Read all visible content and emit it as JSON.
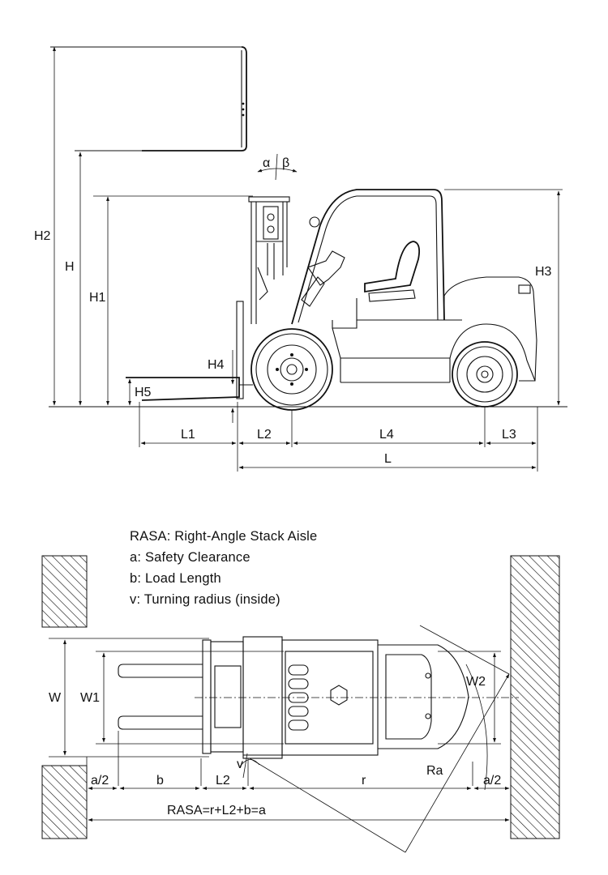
{
  "side_view": {
    "dims": {
      "h2": "H2",
      "h": "H",
      "h1": "H1",
      "h3": "H3",
      "h4": "H4",
      "h5": "H5",
      "l1": "L1",
      "l2": "L2",
      "l3": "L3",
      "l4": "L4",
      "l": "L",
      "alpha": "α",
      "beta": "β"
    }
  },
  "top_view": {
    "legend": [
      "RASA: Right-Angle Stack Aisle",
      "a: Safety Clearance",
      "b: Load Length",
      "v: Turning radius (inside)"
    ],
    "dims": {
      "w": "W",
      "w1": "W1",
      "w2": "W2",
      "ra": "Ra",
      "v": "v",
      "a_half_left": "a/2",
      "b": "b",
      "l2": "L2",
      "r": "r",
      "a_half_right": "a/2",
      "rasa": "RASA=r+L2+b=a"
    }
  }
}
